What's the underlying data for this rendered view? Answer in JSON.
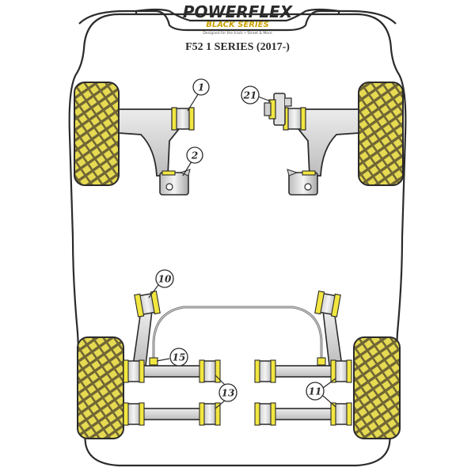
{
  "brand": {
    "name": "POWERFLEX",
    "sub": "BLACK SERIES",
    "tagline": "Designed for the track • Street & More",
    "logo_color": "#2a2a2a",
    "sub_color": "#c8a000"
  },
  "title": "F52 1 SERIES (2017-)",
  "callouts": [
    {
      "id": "callout-1",
      "label": "1"
    },
    {
      "id": "callout-2",
      "label": "2"
    },
    {
      "id": "callout-21",
      "label": "21"
    },
    {
      "id": "callout-10",
      "label": "10"
    },
    {
      "id": "callout-15",
      "label": "15"
    },
    {
      "id": "callout-13",
      "label": "13"
    },
    {
      "id": "callout-11",
      "label": "11"
    }
  ],
  "colors": {
    "tyre_fill": "#e8dc5a",
    "tyre_tread": "#7a7040",
    "arm_fill": "#d9d9d9",
    "bush_yellow": "#f2e640",
    "outline": "#2b2b2b"
  }
}
